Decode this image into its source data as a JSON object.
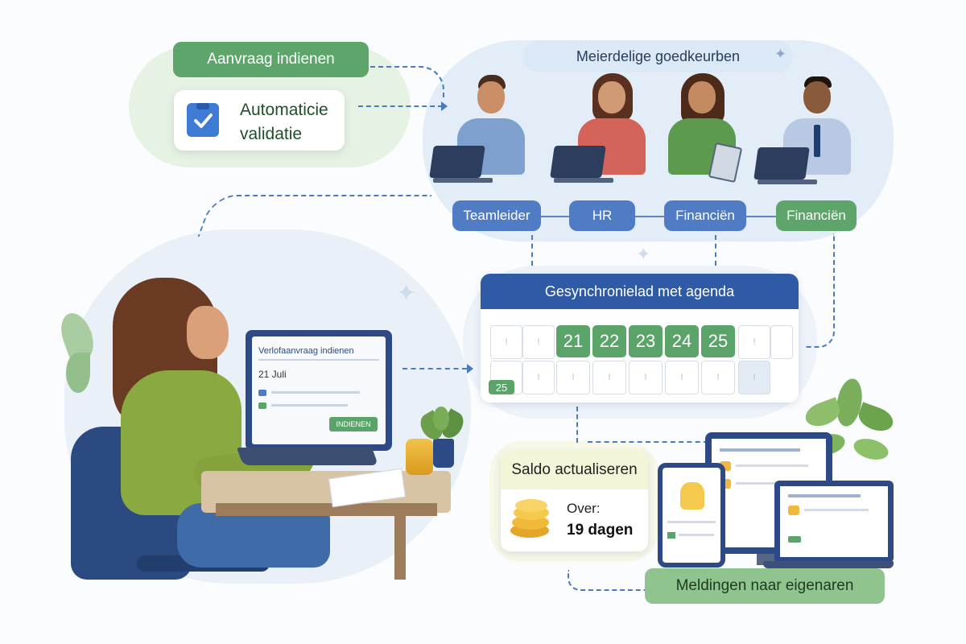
{
  "submit": {
    "header": "Aanvraag indienen",
    "card_text_line1": "Automaticie",
    "card_text_line2": "validatie"
  },
  "approvals": {
    "title": "Meierdelige goedkeurben",
    "roles": [
      "Teamleider",
      "HR",
      "Financiën",
      "Financiën"
    ]
  },
  "calendar": {
    "title": "Gesynchronielad met agenda",
    "highlighted_days": [
      "21",
      "22",
      "23",
      "24",
      "25"
    ],
    "corner_day": "25"
  },
  "laptop_screen": {
    "title": "Verlofaanvraag indienen",
    "date_text": "21 Juli",
    "button": "INDIENEN"
  },
  "balance": {
    "header": "Saldo actualiseren",
    "label": "Over:",
    "value": "19 dagen"
  },
  "notifications": {
    "label": "Meldingen naar eigenaren"
  },
  "colors": {
    "green": "#5aa469",
    "blue": "#2e5aa6",
    "light_blue": "#dceaf8",
    "light_green": "#e3f1e0"
  }
}
